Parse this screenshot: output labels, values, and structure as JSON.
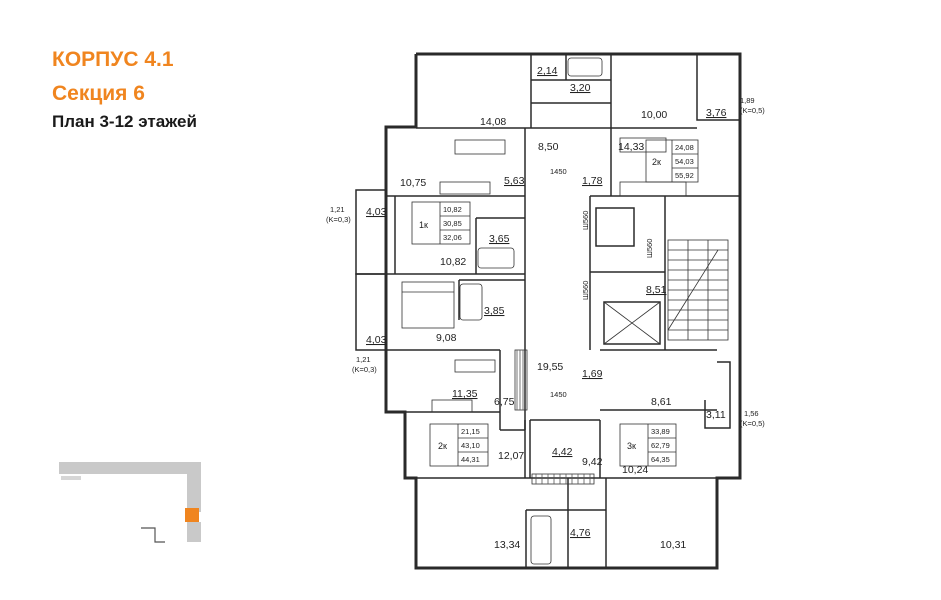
{
  "header": {
    "building": "КОРПУС 4.1",
    "section": "Секция 6",
    "plan": "План 3-12 этажей"
  },
  "accent_color": "#f0851f",
  "rooms": {
    "r1": "14,08",
    "r2": "2,14",
    "r3": "3,20",
    "r4": "10,00",
    "r5": "3,76",
    "r6": "8,50",
    "r7": "14,33",
    "r8": "10,75",
    "r9": "5,63",
    "r10": "1,78",
    "r11": "4,03",
    "r12": "3,65",
    "r13": "10,82",
    "r14": "8,51",
    "r15": "3,85",
    "r16": "4,03",
    "r17": "9,08",
    "r18": "19,55",
    "r19": "1,69",
    "r20": "11,35",
    "r21": "6,75",
    "r22": "8,61",
    "r23": "3,11",
    "r24": "4,42",
    "r25": "9,42",
    "r26": "12,07",
    "r27": "10,24",
    "r28": "13,34",
    "r29": "4,76",
    "r30": "10,31"
  },
  "balconies": {
    "b1": "1,89",
    "b1k": "(K=0,5)",
    "b2": "1,21",
    "b2k": "(K=0,3)",
    "b3": "1,21",
    "b3k": "(K=0,3)",
    "b4": "1,56",
    "b4k": "(K=0,5)"
  },
  "apartments": {
    "a1": {
      "type": "1к",
      "v1": "10,82",
      "v2": "30,85",
      "v3": "32,06"
    },
    "a2": {
      "type": "2к",
      "v1": "24,08",
      "v2": "54,03",
      "v3": "55,92"
    },
    "a3": {
      "type": "2к",
      "v1": "21,15",
      "v2": "43,10",
      "v3": "44,31"
    },
    "a4": {
      "type": "3к",
      "v1": "33,89",
      "v2": "62,79",
      "v3": "64,35"
    }
  },
  "labels": {
    "dim1": "1450",
    "dim2": "1450",
    "el1": "Ш560",
    "el2": "Ш560",
    "el3": "Ш560"
  }
}
